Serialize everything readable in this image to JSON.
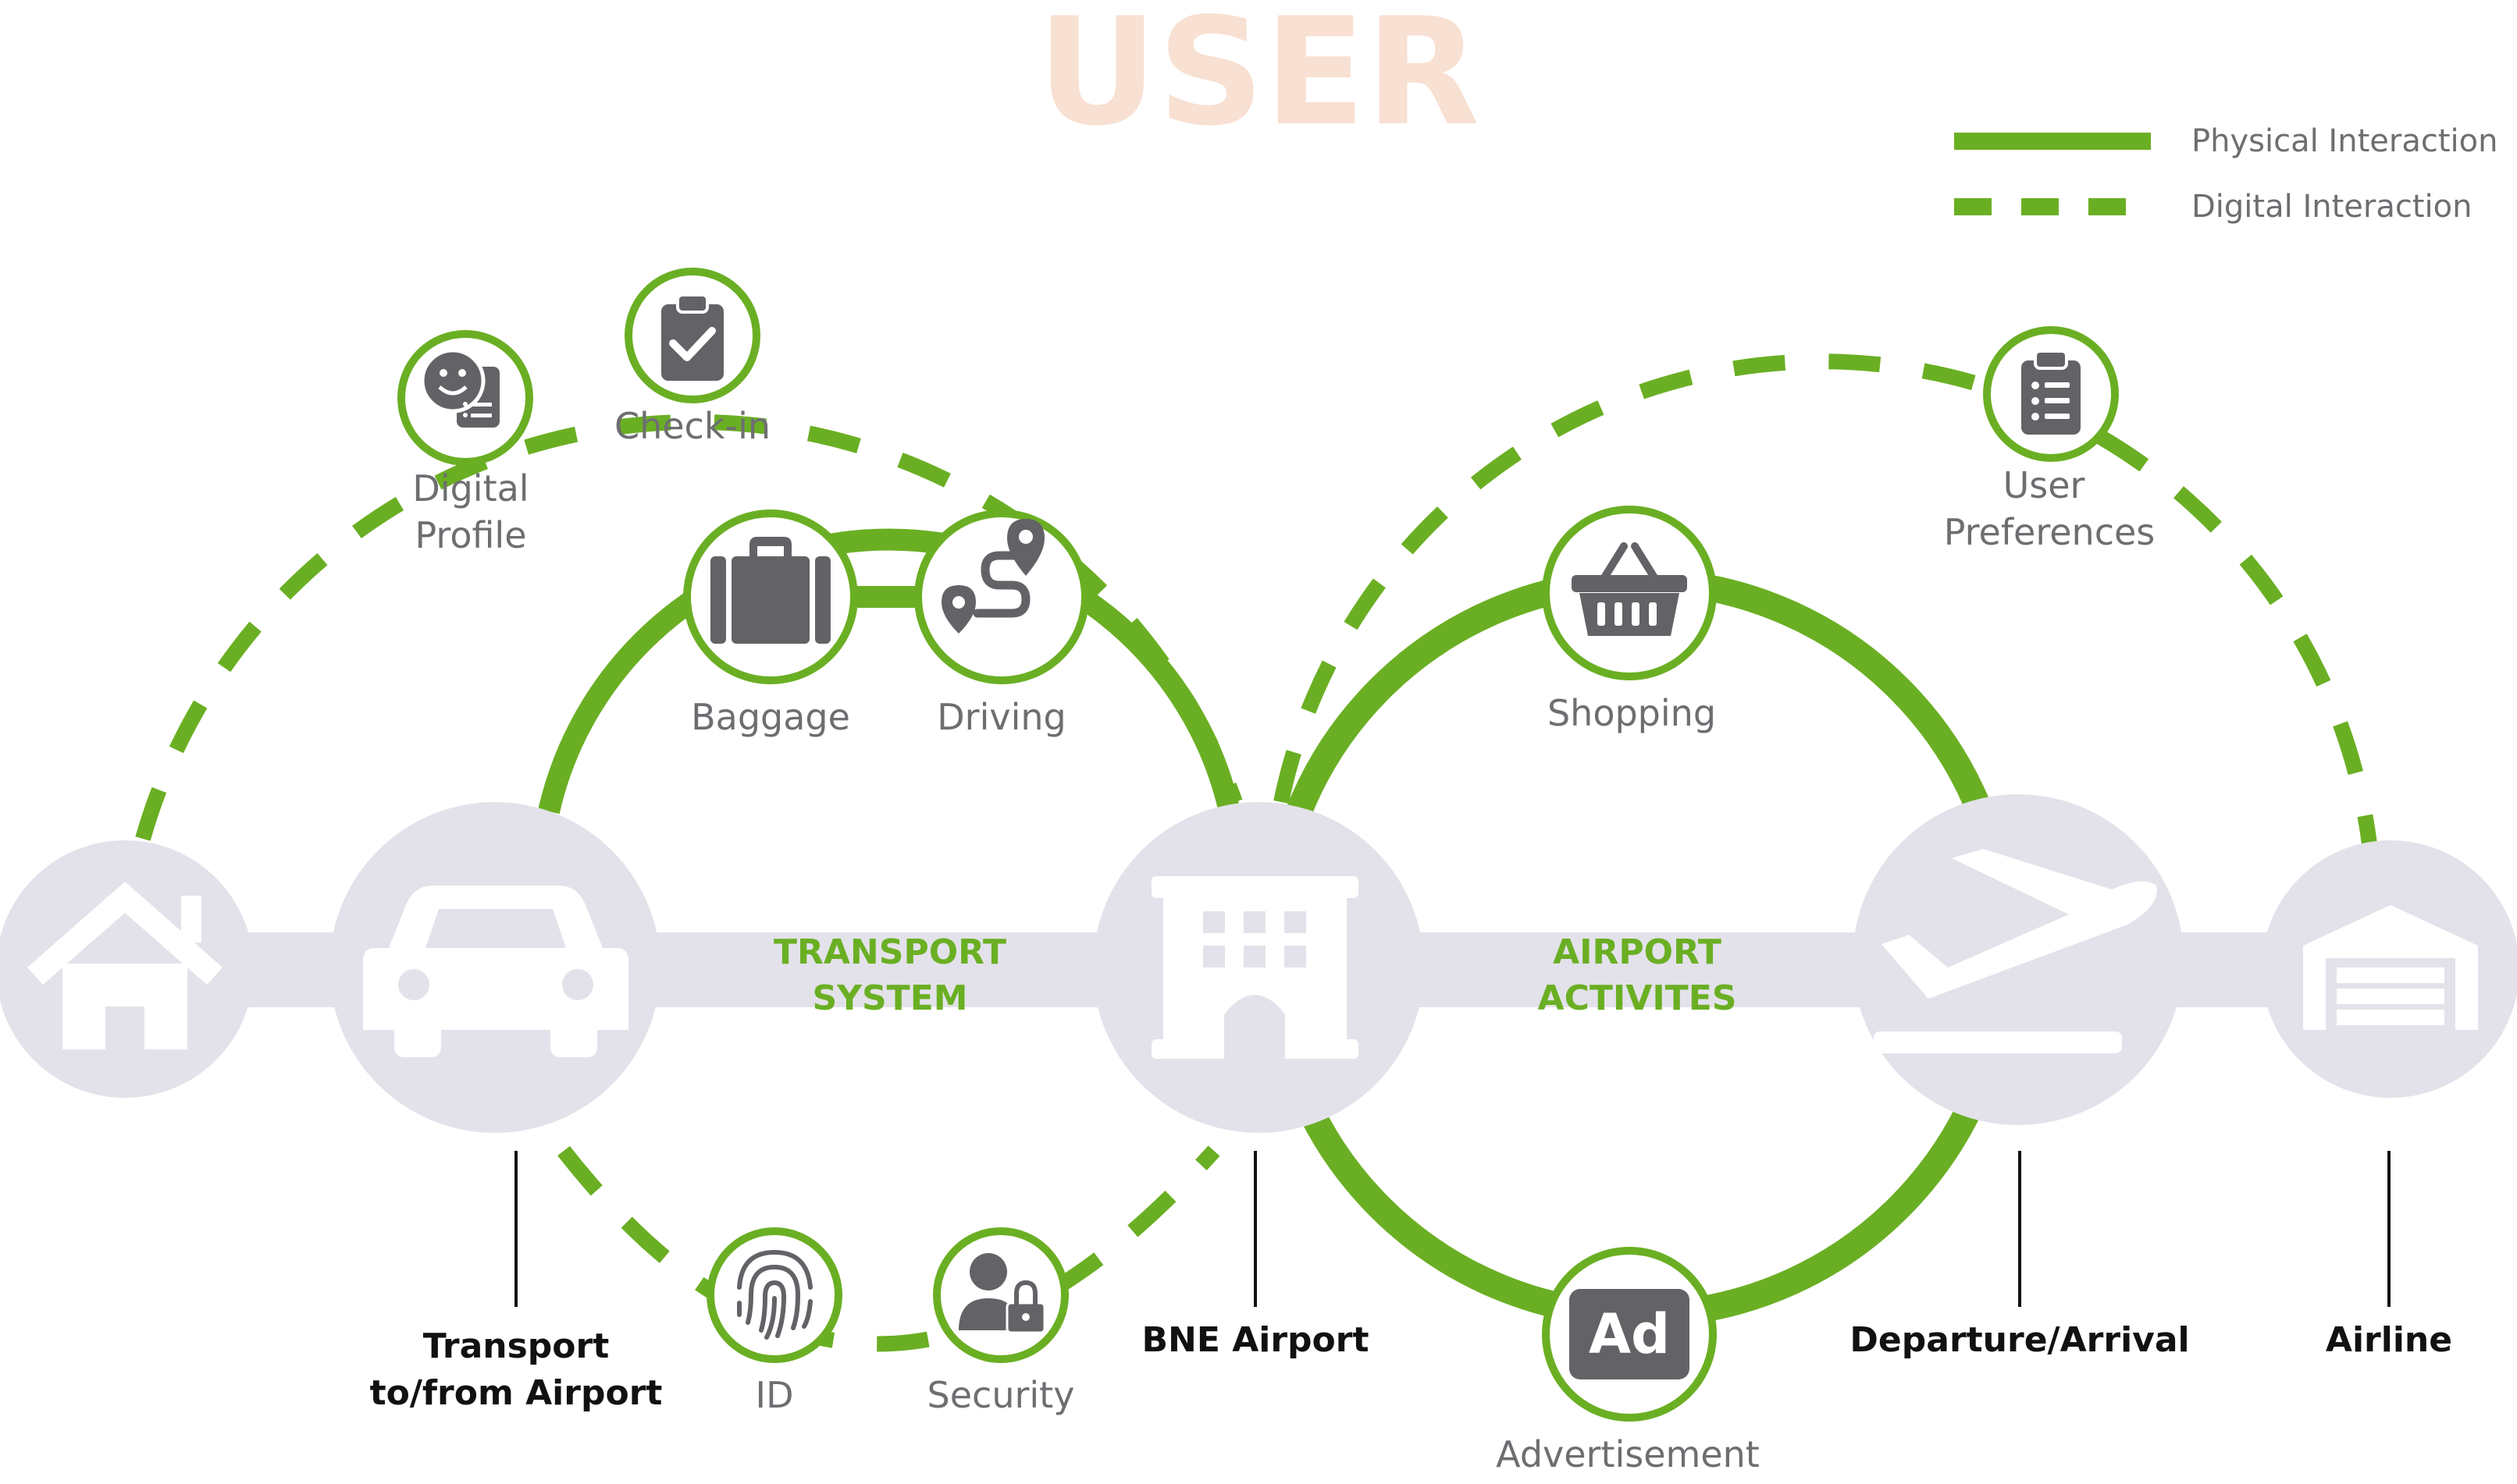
{
  "title": "USER",
  "legend": {
    "physical": "Physical Interaction",
    "digital": "Digital Interaction"
  },
  "colors": {
    "green": "#6aaf23",
    "title": "#f8e0d2",
    "hub_fill": "#e3e2ea",
    "icon_gray": "#636266",
    "label_gray": "#6e6e72",
    "label_dark": "#111111"
  },
  "loops": {
    "transport": {
      "line1": "TRANSPORT",
      "line2": "SYSTEM"
    },
    "airport": {
      "line1": "AIRPORT",
      "line2": "ACTIVITES"
    }
  },
  "touchpoints": {
    "digital_profile": {
      "line1": "Digital",
      "line2": "Profile",
      "icon": "profile-icon"
    },
    "check_in": {
      "label": "Check-in",
      "icon": "clipboard-check-icon"
    },
    "baggage": {
      "label": "Baggage",
      "icon": "suitcase-icon"
    },
    "driving": {
      "label": "Driving",
      "icon": "route-icon"
    },
    "id": {
      "label": "ID",
      "icon": "fingerprint-icon"
    },
    "security": {
      "label": "Security",
      "icon": "user-lock-icon"
    },
    "shopping": {
      "label": "Shopping",
      "icon": "basket-icon"
    },
    "advertisement": {
      "label": "Advertisement",
      "icon": "ad-icon"
    },
    "user_preferences": {
      "line1": "User",
      "line2": "Preferences",
      "icon": "list-clipboard-icon"
    }
  },
  "stations": {
    "home": {
      "icon": "house-icon"
    },
    "transport": {
      "line1": "Transport",
      "line2": "to/from Airport",
      "icon": "car-icon"
    },
    "bne": {
      "label": "BNE Airport",
      "icon": "building-icon"
    },
    "departure": {
      "label": "Departure/Arrival",
      "icon": "plane-icon"
    },
    "airline": {
      "label": "Airline",
      "icon": "hangar-icon"
    }
  }
}
